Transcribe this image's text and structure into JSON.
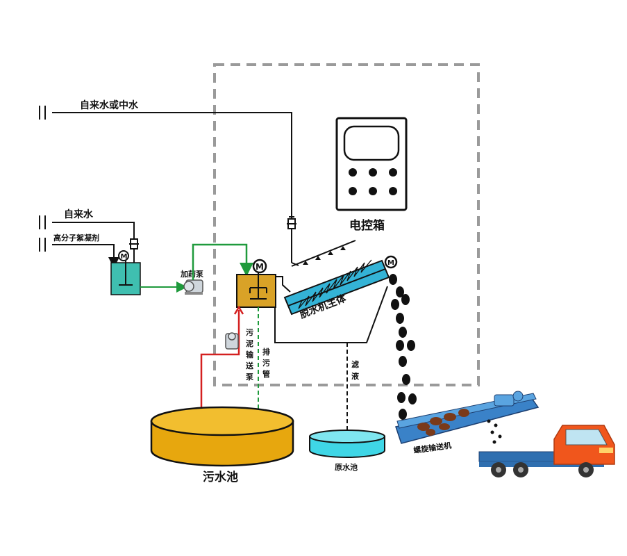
{
  "labels": {
    "tap_or_reclaimed_water": "自来水或中水",
    "tap_water": "自来水",
    "polymer_flocculant": "高分子絮凝剂",
    "dosing_pump": "加药泵",
    "control_box": "电控箱",
    "dewatering_body": "脱水机主体",
    "sludge_pump": [
      "污",
      "泥",
      "输",
      "送",
      "泵"
    ],
    "drain_pipe": [
      "排",
      "污",
      "管"
    ],
    "filtrate": [
      "滤",
      "液"
    ],
    "sewage_tank": "污水池",
    "raw_water_tank": "原水池",
    "screw_conveyor": "螺旋输送机",
    "motor_symbol": "M"
  },
  "colors": {
    "pipe_black": "#111111",
    "pipe_green": "#1f9a3c",
    "pipe_red": "#d42020",
    "frame_dashed": "#9a9a9a",
    "sewage_tank": "#f0b21a",
    "raw_water_tank": "#3fd6e6",
    "dosing_tank": "#3fbfb0",
    "mixing_tank": "#d9a227",
    "screw_blue": "#34b3d6",
    "truck_orange": "#f0561c",
    "truck_blue": "#2f6fb0"
  }
}
